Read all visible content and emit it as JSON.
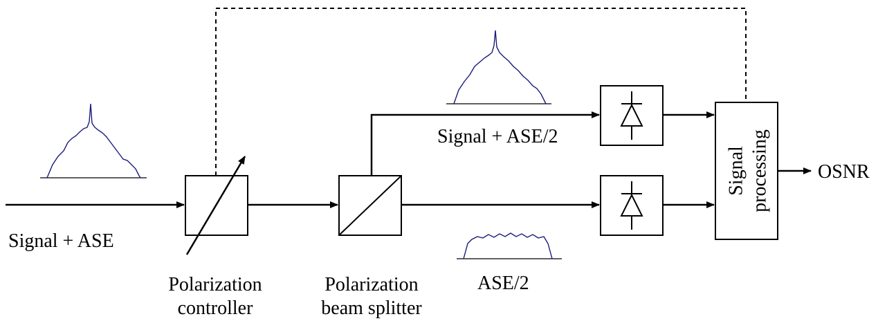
{
  "labels": {
    "input": "Signal + ASE",
    "pol_controller_1": "Polarization",
    "pol_controller_2": "controller",
    "pbs_1": "Polarization",
    "pbs_2": "beam splitter",
    "upper_branch": "Signal + ASE/2",
    "lower_branch": "ASE/2",
    "proc_1": "Signal",
    "proc_2": "processing",
    "output": "OSNR"
  },
  "colors": {
    "line": "#000000",
    "spectrum": "#1a1a7a"
  }
}
